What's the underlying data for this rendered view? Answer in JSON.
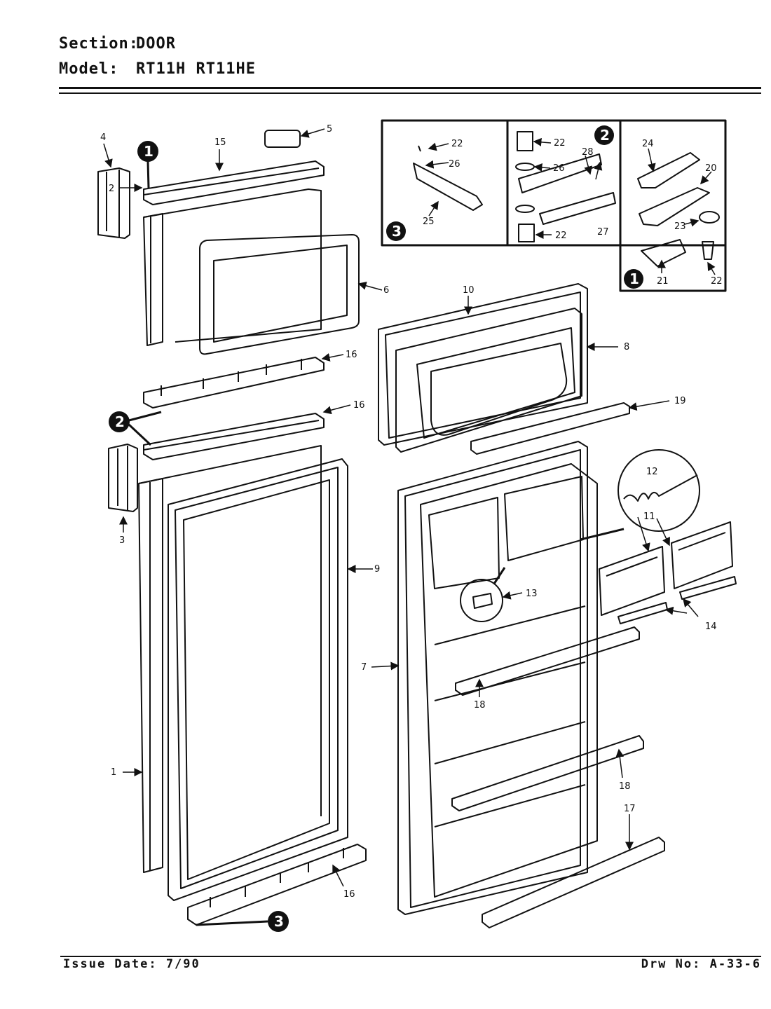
{
  "header": {
    "section_label": "Section:",
    "section_value": "DOOR",
    "model_label": "Model:",
    "model_value": "RT11H  RT11HE"
  },
  "footer": {
    "issue_date": "Issue Date: 7/90",
    "drawing_no": "Drw No: A-33-6"
  },
  "part_labels": {
    "p1": "1",
    "p2": "2",
    "p3": "3",
    "p4": "4",
    "p5": "5",
    "p6": "6",
    "p7": "7",
    "p8": "8",
    "p9": "9",
    "p10": "10",
    "p11": "11",
    "p12": "12",
    "p13": "13",
    "p14": "14",
    "p15": "15",
    "p16a": "16",
    "p16b": "16",
    "p16c": "16",
    "p17": "17",
    "p18a": "18",
    "p18b": "18",
    "p19": "19",
    "p20": "20",
    "p21": "21",
    "p22a": "22",
    "p22b": "22",
    "p22c": "22",
    "p22d": "22",
    "p23": "23",
    "p24": "24",
    "p25": "25",
    "p26a": "26",
    "p26b": "26",
    "p27": "27",
    "p28": "28"
  },
  "callouts": {
    "c1_main": "1",
    "c2_main": "2",
    "c3_main": "3",
    "c1_inset": "1",
    "c2_inset": "2",
    "c3_inset": "3"
  }
}
